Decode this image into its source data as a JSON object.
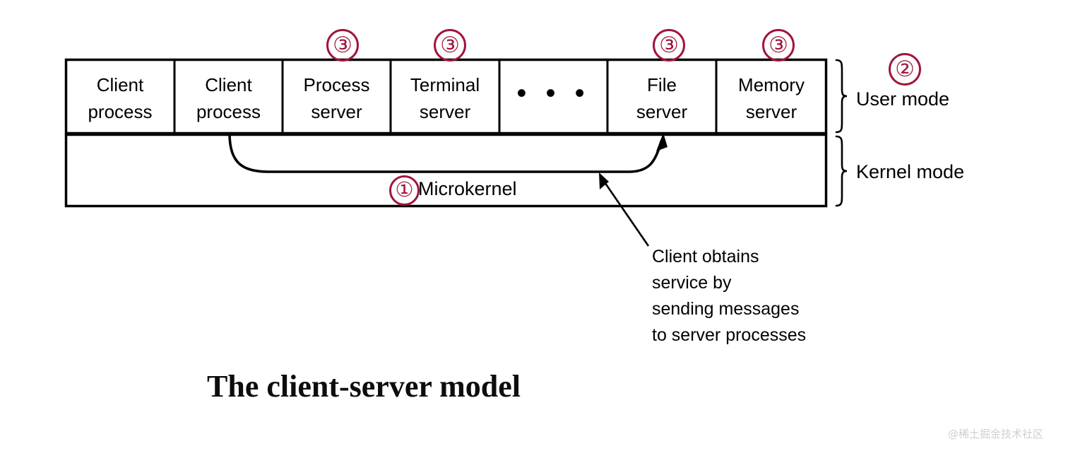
{
  "figure": {
    "caption": "The client-server model",
    "watermark": "@稀土掘金技术社区",
    "accent_color": "#A1153A",
    "line_color": "#000000",
    "background_color": "#FFFFFF"
  },
  "diagram": {
    "user_mode_boxes": [
      {
        "line1": "Client",
        "line2": "process",
        "marker": ""
      },
      {
        "line1": "Client",
        "line2": "process",
        "marker": ""
      },
      {
        "line1": "Process",
        "line2": "server",
        "marker": "③"
      },
      {
        "line1": "Terminal",
        "line2": "server",
        "marker": "③"
      },
      {
        "line1": "• • •",
        "line2": "",
        "marker": ""
      },
      {
        "line1": "File",
        "line2": "server",
        "marker": "③"
      },
      {
        "line1": "Memory",
        "line2": "server",
        "marker": "③"
      }
    ],
    "ellipsis": "• • •",
    "kernel_label": "Microkernel",
    "kernel_marker": "①",
    "mode_labels": [
      {
        "text": "User mode",
        "marker": "②"
      },
      {
        "text": "Kernel mode",
        "marker": ""
      }
    ],
    "annotation": "Client obtains\nservice by\nsending messages\nto server processes"
  },
  "markers": {
    "one": "①",
    "two": "②",
    "three": "③"
  }
}
